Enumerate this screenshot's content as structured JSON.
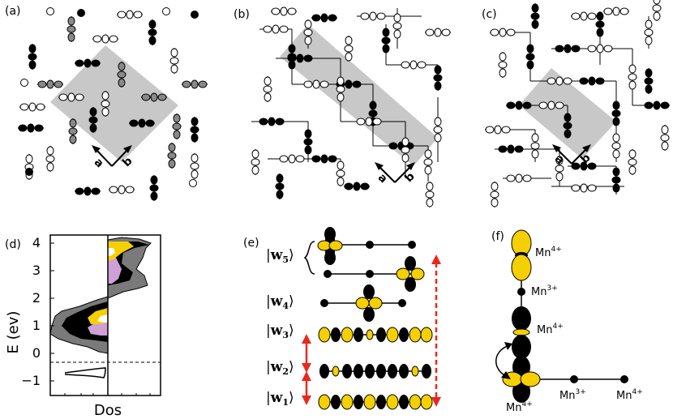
{
  "panels": {
    "a": {
      "label": "(a)",
      "vec_a": "a",
      "vec_b": "b"
    },
    "b": {
      "label": "(b)",
      "vec_a": "a",
      "vec_b": "b"
    },
    "c": {
      "label": "(c)",
      "vec_a": "a",
      "vec_b": "b"
    },
    "d": {
      "label": "(d)",
      "ylabel": "E (ev)",
      "xlabel": "Dos",
      "yticks": [
        "4",
        "3",
        "2",
        "1",
        "0",
        "−1"
      ]
    },
    "e": {
      "label": "(e)",
      "states": [
        {
          "main": "w",
          "sub": "5"
        },
        {
          "main": "w",
          "sub": "4"
        },
        {
          "main": "w",
          "sub": "3"
        },
        {
          "main": "w",
          "sub": "2"
        },
        {
          "main": "w",
          "sub": "1"
        }
      ]
    },
    "f": {
      "label": "(f)",
      "ions": [
        {
          "el": "Mn",
          "charge": "4+"
        },
        {
          "el": "Mn",
          "charge": "3+"
        },
        {
          "el": "Mn",
          "charge": "4+"
        },
        {
          "el": "Mn",
          "charge": "4+"
        },
        {
          "el": "Mn",
          "charge": "3+"
        },
        {
          "el": "Mn",
          "charge": "4+"
        }
      ]
    }
  },
  "colors": {
    "orbital_yellow": "#f5d000",
    "arrow_red": "#e8281e",
    "shade_gray": "#c8c8c8",
    "dos_gray": "#7a7a7a",
    "dos_violet": "#cfa0d8"
  }
}
